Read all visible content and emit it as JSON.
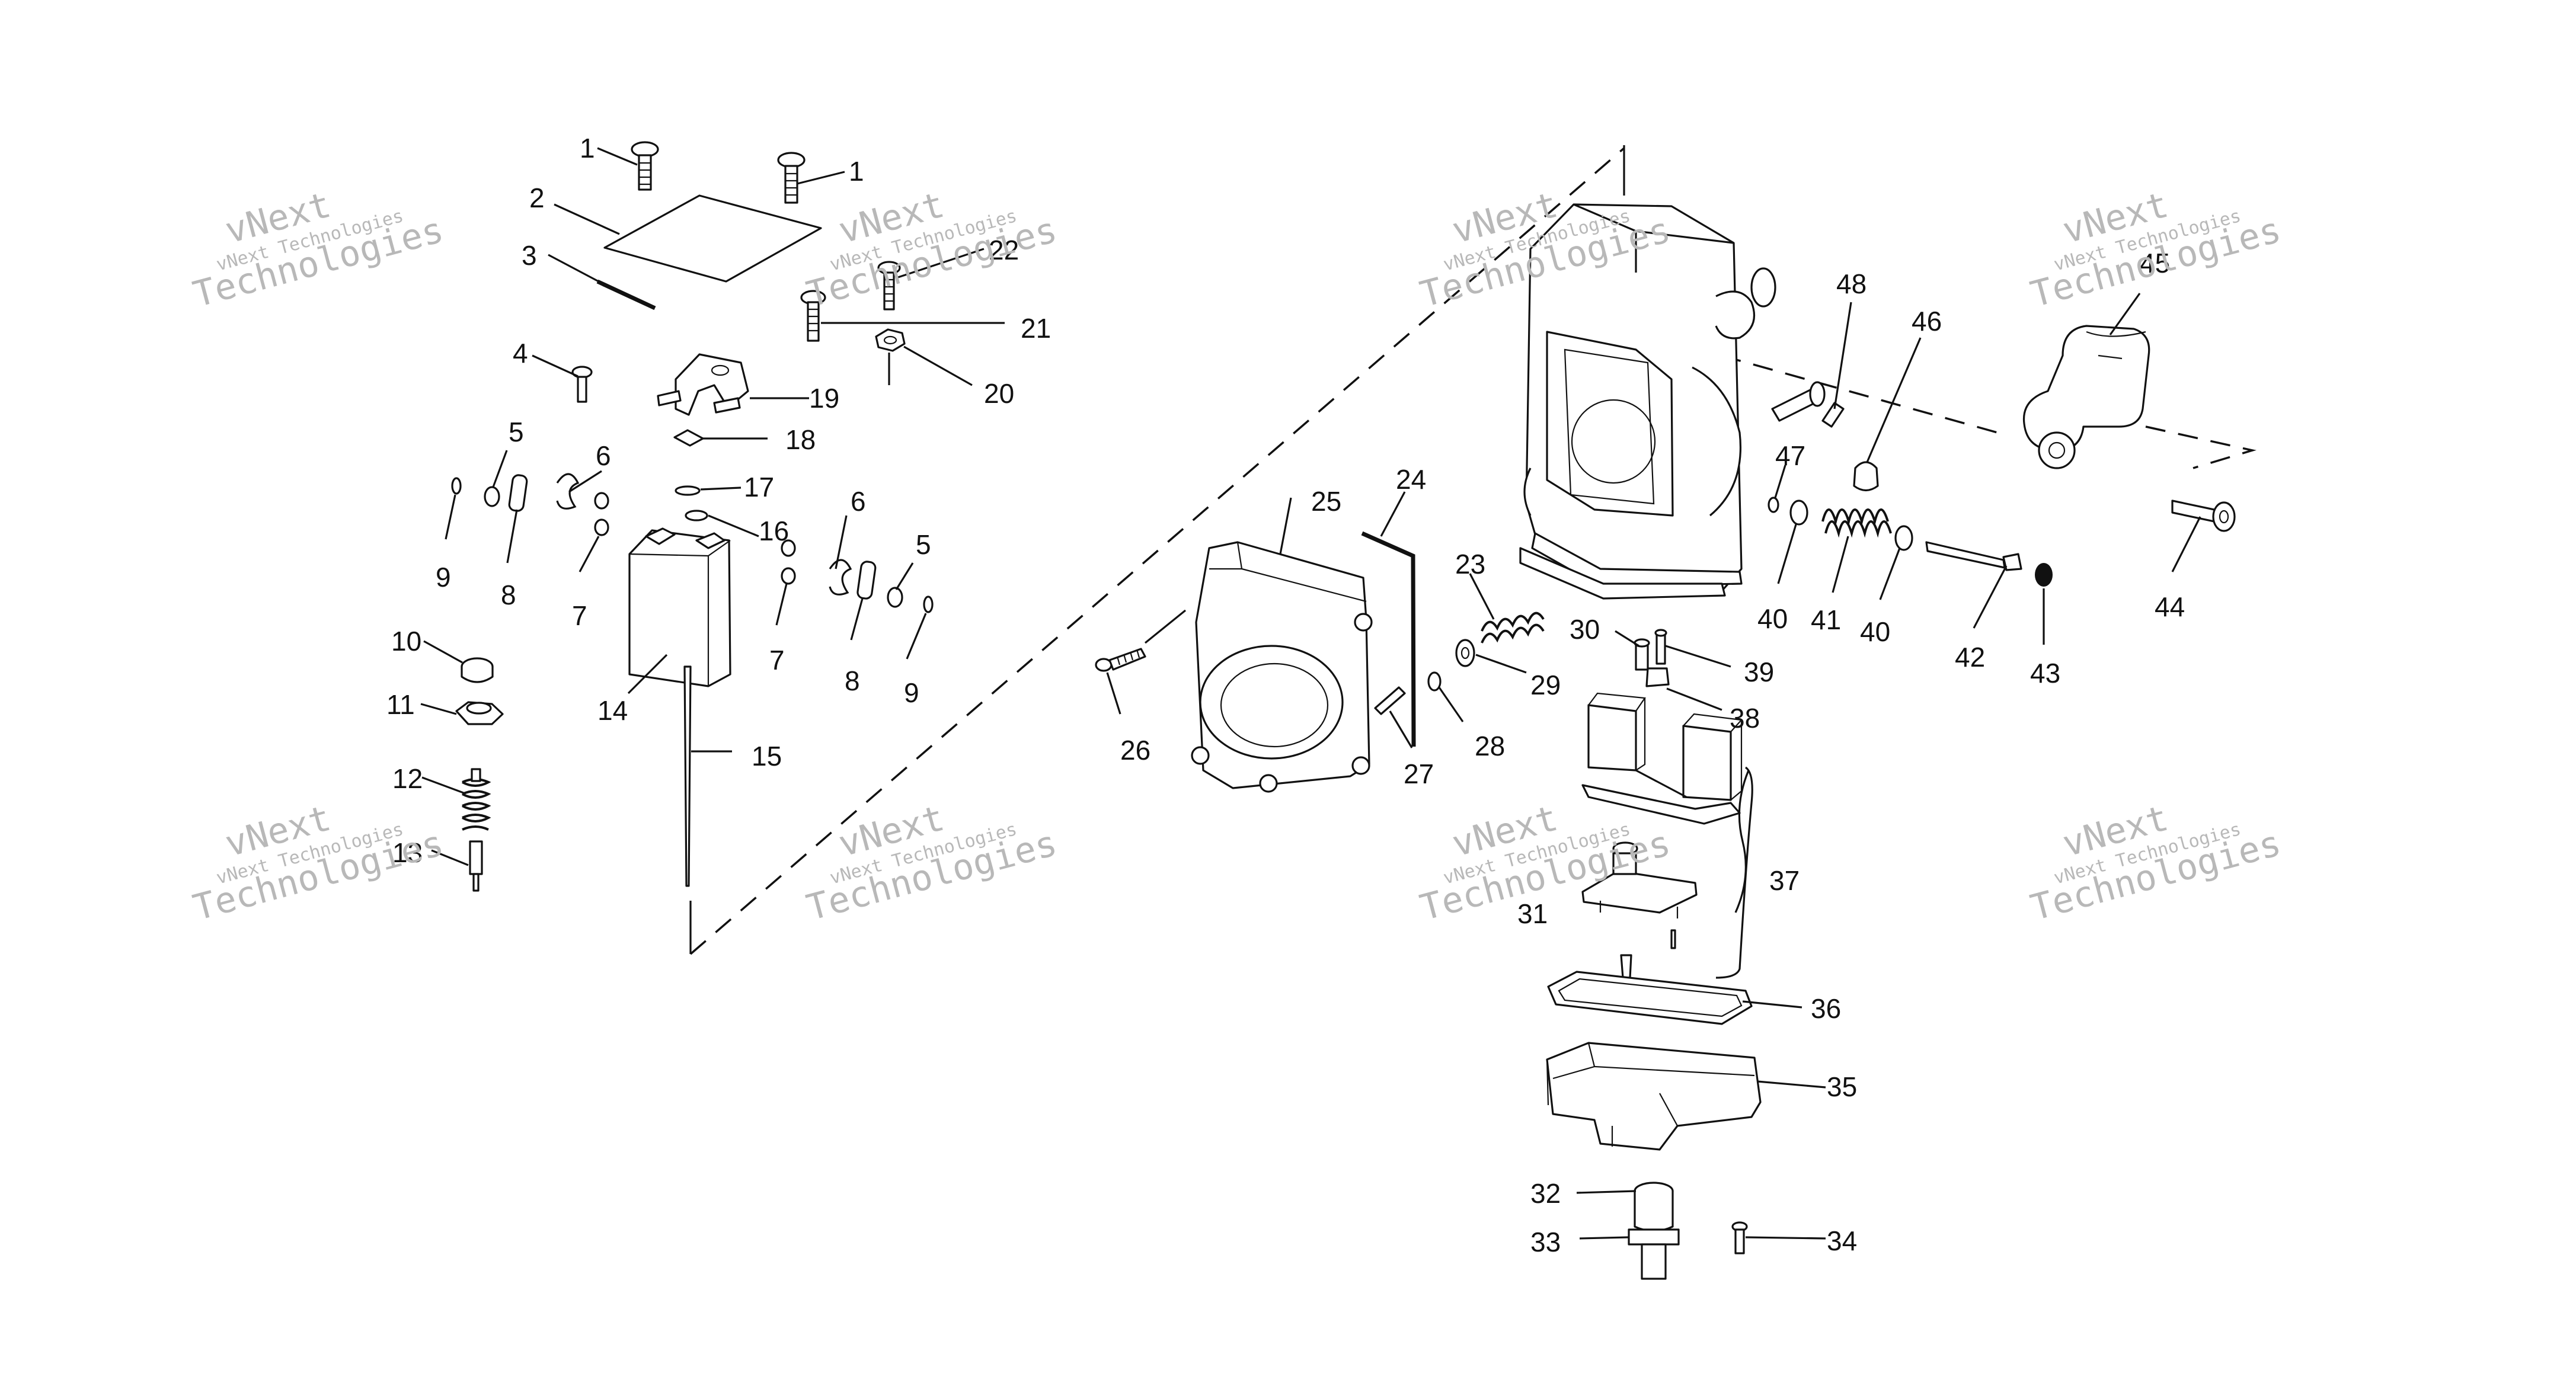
{
  "watermark": {
    "line1": "vNext",
    "line2": "vNext Technologies",
    "line3": "Technologies"
  },
  "labels": [
    "1",
    "1",
    "2",
    "3",
    "22",
    "21",
    "20",
    "4",
    "19",
    "18",
    "5",
    "6",
    "17",
    "16",
    "6",
    "5",
    "9",
    "8",
    "7",
    "7",
    "8",
    "9",
    "10",
    "11",
    "12",
    "13",
    "14",
    "15",
    "25",
    "24",
    "23",
    "29",
    "28",
    "27",
    "26",
    "30",
    "39",
    "38",
    "48",
    "46",
    "47",
    "45",
    "44",
    "40",
    "41",
    "40",
    "42",
    "43",
    "37",
    "31",
    "36",
    "35",
    "32",
    "33",
    "34"
  ],
  "colors": {
    "line": "#111111",
    "watermark": "#b8b8b8",
    "background": "#ffffff"
  }
}
